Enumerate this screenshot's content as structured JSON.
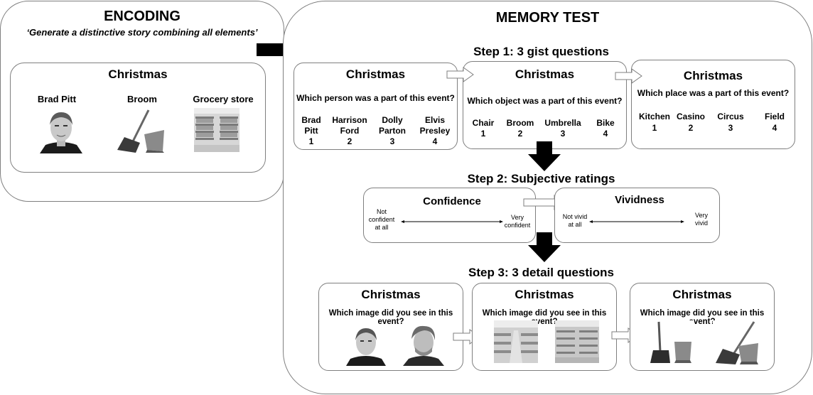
{
  "encoding": {
    "title": "ENCODING",
    "instruction": "‘Generate a distinctive story combining all elements’",
    "card": {
      "title": "Christmas",
      "items": [
        "Brad Pitt",
        "Broom",
        "Grocery store"
      ]
    }
  },
  "memory_test": {
    "title": "MEMORY TEST",
    "step1": {
      "title": "Step 1: 3 gist questions",
      "cards": [
        {
          "title": "Christmas",
          "question": "Which person was a part of this event?",
          "options": [
            {
              "label": "Brad\nPitt",
              "num": "1"
            },
            {
              "label": "Harrison\nFord",
              "num": "2"
            },
            {
              "label": "Dolly\nParton",
              "num": "3"
            },
            {
              "label": "Elvis\nPresley",
              "num": "4"
            }
          ]
        },
        {
          "title": "Christmas",
          "question": "Which object was a part of this event?",
          "options": [
            {
              "label": "Chair",
              "num": "1"
            },
            {
              "label": "Broom",
              "num": "2"
            },
            {
              "label": "Umbrella",
              "num": "3"
            },
            {
              "label": "Bike",
              "num": "4"
            }
          ]
        },
        {
          "title": "Christmas",
          "question": "Which place was a part of this event?",
          "options": [
            {
              "label": "Kitchen",
              "num": "1"
            },
            {
              "label": "Casino",
              "num": "2"
            },
            {
              "label": "Circus",
              "num": "3"
            },
            {
              "label": "Field",
              "num": "4"
            }
          ]
        }
      ]
    },
    "step2": {
      "title": "Step 2: Subjective ratings",
      "confidence": {
        "title": "Confidence",
        "low": "Not\nconfident\nat all",
        "high": "Very\nconfident"
      },
      "vividness": {
        "title": "Vividness",
        "low": "Not vivid\nat all",
        "high": "Very\nvivid"
      }
    },
    "step3": {
      "title": "Step 3: 3 detail questions",
      "cards": [
        {
          "title": "Christmas",
          "question": "Which image did you see in this event?"
        },
        {
          "title": "Christmas",
          "question": "Which image did you see in this event?"
        },
        {
          "title": "Christmas",
          "question": "Which image did you see in this event?"
        }
      ]
    }
  },
  "colors": {
    "border": "#7f7f7f",
    "arrow": "#000000",
    "outline_arrow": "#ffffff"
  }
}
